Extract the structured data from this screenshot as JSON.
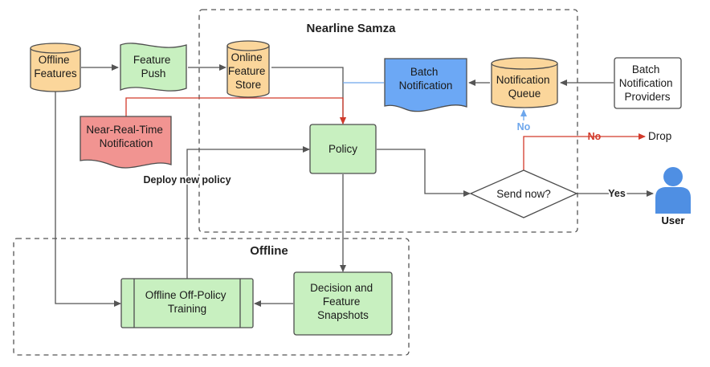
{
  "groups": {
    "nearline": {
      "title": "Nearline Samza"
    },
    "offline": {
      "title": "Offline"
    }
  },
  "nodes": {
    "offline_features": {
      "lines": [
        "Offline",
        "Features"
      ],
      "shape": "cylinder",
      "color": "#fbd69b"
    },
    "feature_push": {
      "lines": [
        "Feature",
        "Push"
      ],
      "shape": "flag",
      "color": "#c8f0c0"
    },
    "online_feature_store": {
      "lines": [
        "Online",
        "Feature",
        "Store"
      ],
      "shape": "cylinder",
      "color": "#fbd69b"
    },
    "batch_notification": {
      "lines": [
        "Batch",
        "Notification"
      ],
      "shape": "document",
      "color": "#6ca8f5"
    },
    "notification_queue": {
      "lines": [
        "Notification",
        "Queue"
      ],
      "shape": "cylinder",
      "color": "#fbd69b"
    },
    "batch_notification_providers": {
      "lines": [
        "Batch",
        "Notification",
        "Providers"
      ],
      "shape": "rectangle",
      "color": "#ffffff"
    },
    "near_real_time_notification": {
      "lines": [
        "Near-Real-Time",
        "Notification"
      ],
      "shape": "document",
      "color": "#f19491"
    },
    "policy": {
      "lines": [
        "Policy"
      ],
      "shape": "rectangle",
      "color": "#c8f0c0"
    },
    "send_now": {
      "lines": [
        "Send now?"
      ],
      "shape": "diamond",
      "color": "#ffffff"
    },
    "drop": {
      "lines": [
        "Drop"
      ],
      "shape": "text"
    },
    "user": {
      "lines": [
        "User"
      ],
      "shape": "person-icon",
      "color": "#4f8fe3"
    },
    "offline_training": {
      "lines": [
        "Offline Off-Policy",
        "Training"
      ],
      "shape": "process",
      "color": "#c8f0c0"
    },
    "decision_snapshots": {
      "lines": [
        "Decision and",
        "Feature",
        "Snapshots"
      ],
      "shape": "rectangle",
      "color": "#c8f0c0"
    }
  },
  "edge_labels": {
    "deploy": "Deploy new policy",
    "no_red": "No",
    "no_blue": "No",
    "yes": "Yes"
  },
  "colors": {
    "edge": "#555555",
    "red_edge": "#d23a2b",
    "blue_edge": "#6ea7ec",
    "node_stroke": "#4d4d4d"
  }
}
